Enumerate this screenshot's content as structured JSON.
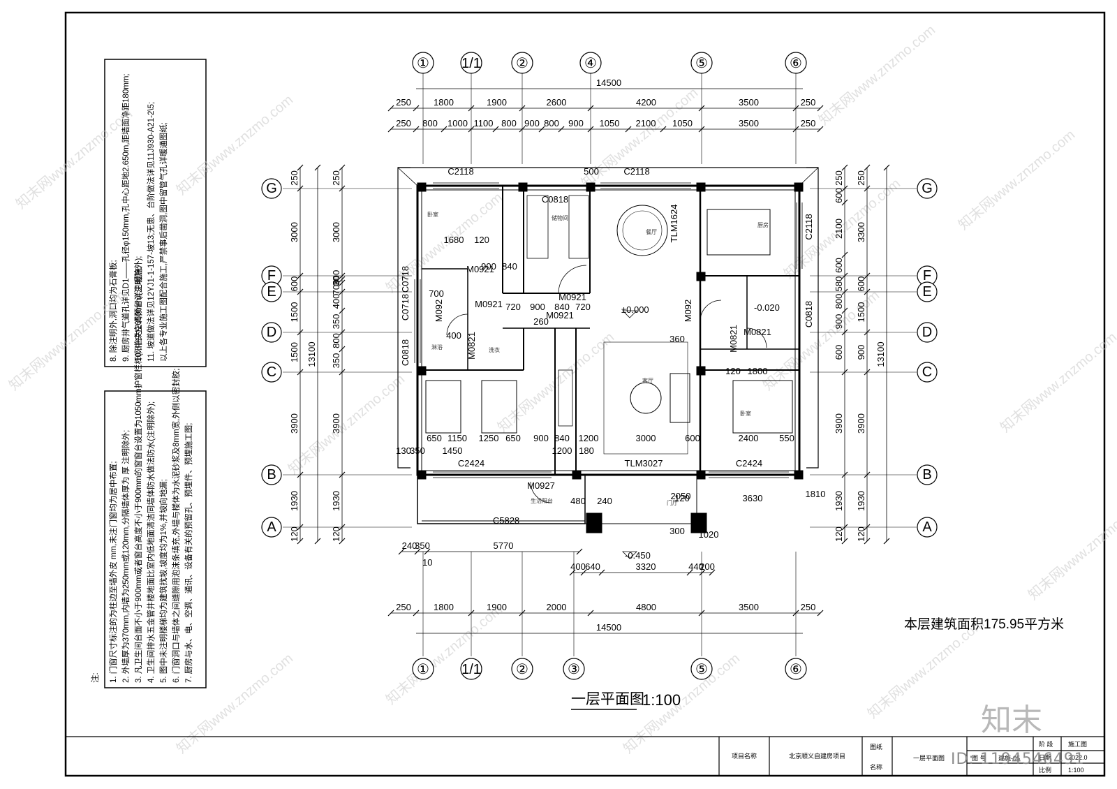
{
  "drawing": {
    "title": "一层平面图",
    "scale": "1:100",
    "area_note": "本层建筑面积175.95平方米",
    "overall_width": "14500",
    "overall_depth": "13100",
    "axes_top": [
      "①",
      "1/1",
      "②",
      "④",
      "⑤",
      "⑥"
    ],
    "axes_bottom": [
      "①",
      "1/1",
      "②",
      "③",
      "⑤",
      "⑥"
    ],
    "axes_side": [
      "G",
      "F",
      "E",
      "D",
      "C",
      "B",
      "A"
    ],
    "dims_top_1": [
      "250",
      "1800",
      "1900",
      "2600",
      "4200",
      "3500",
      "250"
    ],
    "dims_top_2": [
      "250",
      "800",
      "1000",
      "1100",
      "800",
      "900",
      "800",
      "900",
      "1050",
      "2100",
      "1050",
      "3500",
      "250"
    ],
    "dims_bottom_1": [
      "250",
      "1800",
      "1900",
      "2000",
      "4800",
      "3500",
      "250"
    ],
    "dims_bottom_2": [
      "240",
      "350",
      "5770",
      "400",
      "640",
      "3320",
      "440",
      "200",
      "10"
    ],
    "dims_left_1": [
      "250",
      "3000",
      "600",
      "1500",
      "1500",
      "3900",
      "1930",
      "120"
    ],
    "dims_left_2": [
      "250",
      "3000",
      "300",
      "30",
      "700",
      "400",
      "350",
      "800",
      "350",
      "3900",
      "1930",
      "120"
    ],
    "dims_right_1": [
      "250",
      "600",
      "2100",
      "600",
      "580",
      "800",
      "900",
      "600",
      "3900",
      "1930",
      "120"
    ],
    "dims_right_2": [
      "250",
      "3300",
      "600",
      "1500",
      "900",
      "3900",
      "1930",
      "120"
    ],
    "interior_dims": [
      "1680",
      "120",
      "900",
      "840",
      "720",
      "900",
      "840",
      "720",
      "650",
      "1150",
      "1250",
      "650",
      "900",
      "840",
      "1200",
      "3000",
      "600",
      "2400",
      "550",
      "130",
      "350",
      "1450",
      "1800",
      "120",
      "3630",
      "2050",
      "1810",
      "1020",
      "480",
      "240",
      "300",
      "120",
      "500",
      "360",
      "260",
      "700",
      "400",
      "1200",
      "180"
    ],
    "levels": [
      "±0.000",
      "-0.020",
      "-0.450"
    ],
    "windows": [
      "C2118",
      "C2118",
      "C0818",
      "TLM1624",
      "C2118",
      "C0718",
      "C0718",
      "C0818",
      "C0818",
      "C2424",
      "TLM3027",
      "C2424",
      "C5828"
    ],
    "doors": [
      "M0921",
      "M0921",
      "M0927",
      "M0921",
      "M0821",
      "M0821",
      "M092",
      "M092",
      "M0921",
      "M0821"
    ],
    "rooms": [
      "卧室",
      "储物间",
      "餐厅",
      "厨房",
      "客厅",
      "卧室",
      "门厅",
      "生活阳台",
      "淋浴",
      "洗衣"
    ],
    "notes_heading": "注:",
    "notes": [
      "1. 门窗尺寸标注的为柱边至墙外皮  mm,未注门窗均为居中布置;",
      "2. 外墙厚为370mm,内墙为250mm或120mm,分隔墙体厚为  厚  注明除外;",
      "3. 凡卫生间台面不小于900mm或者窗台高度不小于900mm的窗窗台设置为1050mm护窗栏杆(阳台为1050mm)(注明除外);",
      "4. 卫生间排水五金管井楼地面比室内低地面清洁同墙体防水做法防水(注明除外);",
      "5. 图中未注明楼梯均为建筑找坡,坡度均为1%,并坡向地漏;",
      "6. 门窗洞口与墙体之间缝隙用泡沫条填充,外墙与楼体为水泥砂浆及8mm宽,外侧以密封胶;",
      "7. 厨房与水、电、空调、通讯、设备有关的预留孔、预埋件、预埋施工图;",
      "8. 除注明外,洞口均为石膏板;",
      "9. 厨房排气道孔详见D1——孔径φ150mm,孔中心距地2.650m,距墙面净距180mm;",
      "10. 中央空调预留详见暖施;",
      "11. 坡道做法详见12YJ1-1-157-坡13;无患、台阶做法详见11J930-A21-2\\5;",
      "以上各专业施工图配合施工,严禁事后凿洞,图中留管气孔详暖通图纸;"
    ],
    "title_block": {
      "project_label": "项目名称",
      "project_name": "北京顺义自建房项目",
      "drawing_label_1": "图纸",
      "drawing_label_2": "名称",
      "drawing_name": "一层平面图",
      "drawing_no_label": "图  号",
      "drawing_no": "建施-05",
      "stage_label": "阶 段",
      "stage": "施工图",
      "date_label": "日期",
      "date": "2022.0",
      "scale_label": "比例",
      "scale": "1:100"
    },
    "id_stamp": "ID: 1194546491",
    "logo_text": "知末",
    "watermark": "知末网www.znzmo.com"
  }
}
